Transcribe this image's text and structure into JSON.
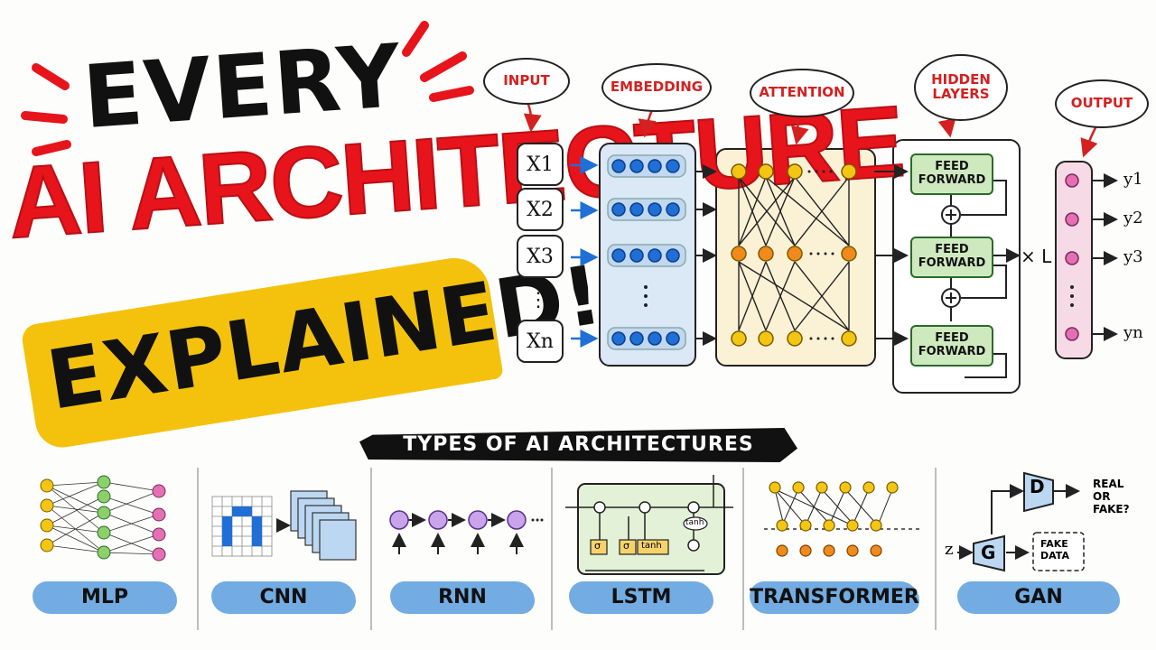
{
  "title": {
    "line1": "EVERY",
    "line2": "AI ARCHITECTURE",
    "line3": "EXPLAINED!"
  },
  "pipeline": {
    "stages": [
      "INPUT",
      "EMBEDDING",
      "ATTENTION",
      "HIDDEN\nLAYERS",
      "OUTPUT"
    ],
    "inputs": [
      "X1",
      "X2",
      "X3",
      "⋮",
      "Xn"
    ],
    "feed_forward_label": "FEED\nFORWARD",
    "repeat_label": "× L",
    "outputs": [
      "y1",
      "y2",
      "y3",
      "yn"
    ]
  },
  "types_banner": "TYPES OF AI ARCHITECTURES",
  "architectures": [
    {
      "label": "MLP"
    },
    {
      "label": "CNN"
    },
    {
      "label": "RNN"
    },
    {
      "label": "LSTM"
    },
    {
      "label": "TRANSFORMER"
    },
    {
      "label": "GAN"
    }
  ],
  "gan": {
    "discriminator": "D",
    "generator": "G",
    "noise": "z",
    "real_or_fake": "REAL\nOR\nFAKE?",
    "fake_data": "FAKE\nDATA"
  },
  "lstm": {
    "sigma": "σ",
    "tanh": "tanh"
  },
  "colors": {
    "red": "#e8141b",
    "yellow": "#f4c20d",
    "blue_node": "#1f6fd6",
    "orange_node": "#f08a1c",
    "gold_node": "#f3c614",
    "pink_node": "#e46fb4",
    "green_box": "#cfe9bf",
    "label_blue": "#6aa8e0"
  }
}
